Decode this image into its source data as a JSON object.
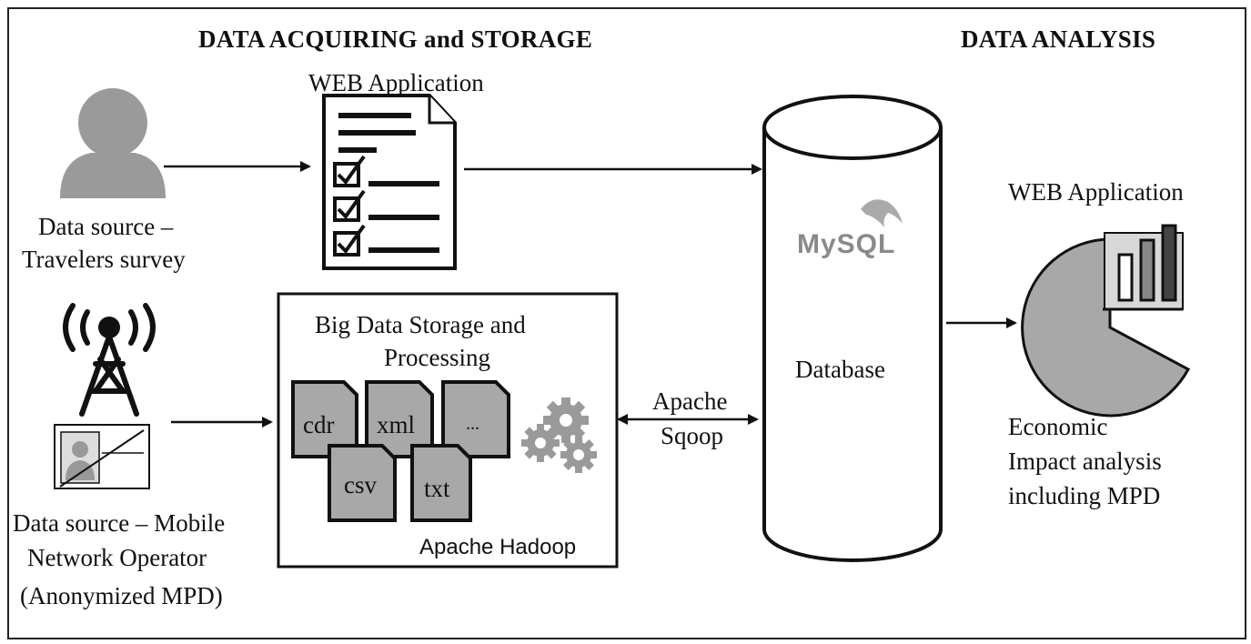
{
  "headings": {
    "left": "DATA ACQUIRING  and STORAGE",
    "right": "DATA ANALYSIS"
  },
  "survey_source": {
    "line1": "Data source –",
    "line2": "Travelers survey",
    "icon": "person-icon"
  },
  "web_app_input": {
    "label": "WEB Application",
    "icon": "checklist-document-icon"
  },
  "mobile_source": {
    "line1": "Data source – Mobile",
    "line2": "Network Operator",
    "line3": "(Anonymized MPD)",
    "icons": [
      "cell-tower-icon",
      "id-card-icon"
    ]
  },
  "hadoop_box": {
    "title_line1": "Big Data Storage and",
    "title_line2": "Processing",
    "files": [
      "cdr",
      "xml",
      "...",
      "csv",
      "txt"
    ],
    "footer": "Apache Hadoop",
    "icon": "gears-icon"
  },
  "sqoop": {
    "line1": "Apache",
    "line2": "Sqoop"
  },
  "database": {
    "logo": "MySQL",
    "label": "Database"
  },
  "web_app_output": {
    "label": "WEB Application",
    "icon": "pie-bar-chart-icon",
    "result_line1": "Economic",
    "result_line2": "Impact analysis",
    "result_line3": "including MPD"
  },
  "colors": {
    "icon_gray": "#9a9a9a",
    "file_gray": "#a8a8a8",
    "outline": "#111111"
  }
}
